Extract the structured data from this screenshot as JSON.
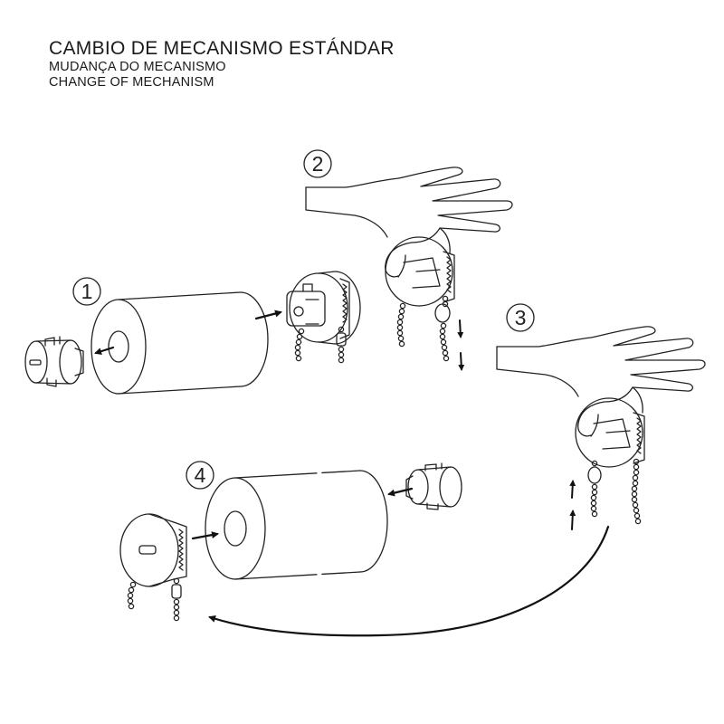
{
  "titles": {
    "es": "CAMBIO DE MECANISMO ESTÁNDAR",
    "pt": "MUDANÇA DO MECANISMO",
    "en": "CHANGE OF MECHANISM"
  },
  "steps": [
    {
      "number": "1"
    },
    {
      "number": "2"
    },
    {
      "number": "3"
    },
    {
      "number": "4"
    }
  ],
  "colors": {
    "line": "#222222",
    "background": "#ffffff"
  }
}
